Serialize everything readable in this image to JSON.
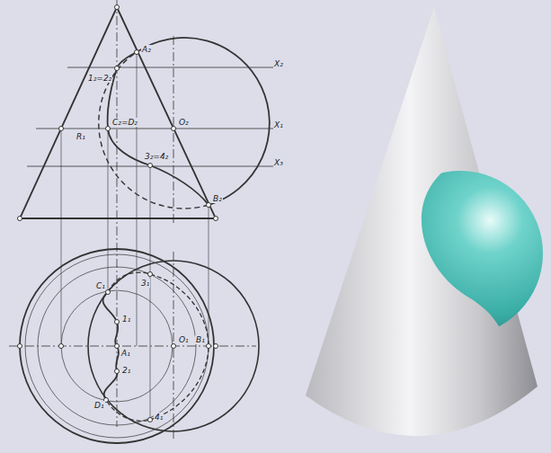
{
  "diagram": {
    "labels": [
      "A₂",
      "X₂",
      "1₂=2₂",
      "C₂=D₂",
      "O₂",
      "X₁",
      "R₁",
      "3₂=4₂",
      "X₃",
      "B₂",
      "C₁",
      "3₁",
      "1₁",
      "O₁",
      "B₁",
      "A₁",
      "2₁",
      "D₁",
      "4₁"
    ]
  }
}
